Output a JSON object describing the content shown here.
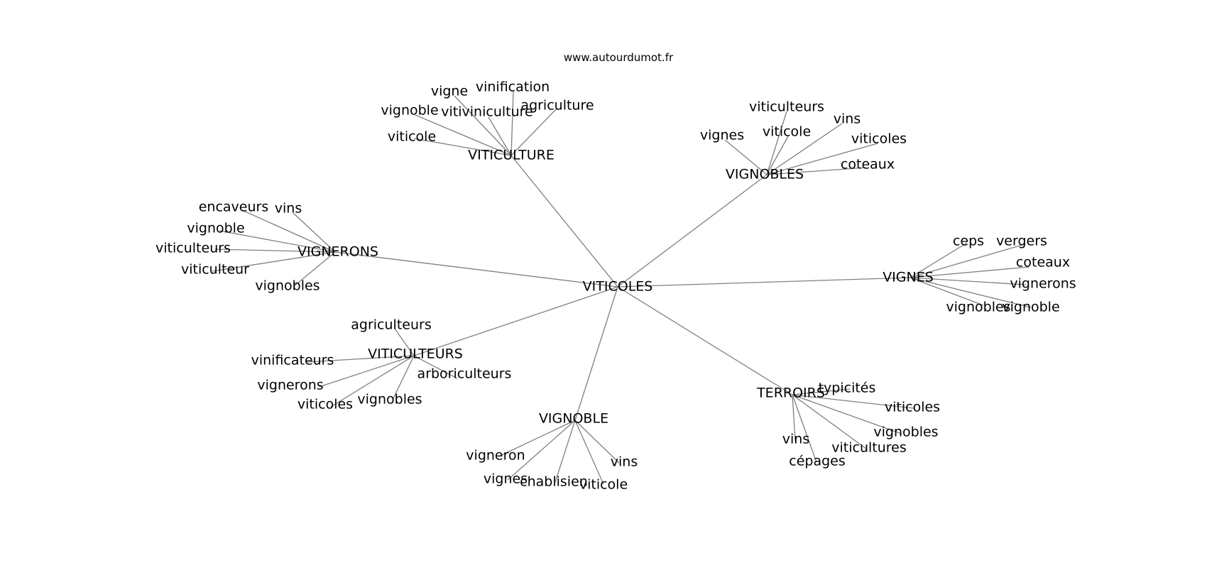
{
  "source": "www.autourdumot.fr",
  "colors": {
    "edge": "#808080",
    "text": "#000000",
    "background": "#ffffff"
  },
  "graph": {
    "center": "VITICOLES",
    "clusters": [
      {
        "label": "VITICULTURE",
        "leaves": [
          "vigne",
          "vinification",
          "vignoble",
          "vitiviniculture",
          "agriculture",
          "viticole"
        ]
      },
      {
        "label": "VIGNOBLES",
        "leaves": [
          "viticulteurs",
          "vins",
          "vignes",
          "viticole",
          "viticoles",
          "coteaux"
        ]
      },
      {
        "label": "VIGNERONS",
        "leaves": [
          "encaveurs",
          "vins",
          "vignoble",
          "viticulteurs",
          "viticulteur",
          "vignobles"
        ]
      },
      {
        "label": "VIGNES",
        "leaves": [
          "ceps",
          "vergers",
          "coteaux",
          "vignerons",
          "vignobles",
          "vignoble"
        ]
      },
      {
        "label": "VITICULTEURS",
        "leaves": [
          "agriculteurs",
          "vinificateurs",
          "arboriculteurs",
          "vignerons",
          "vignobles",
          "viticoles"
        ]
      },
      {
        "label": "TERROIRS",
        "leaves": [
          "typicités",
          "viticoles",
          "vignobles",
          "vins",
          "viticultures",
          "cépages"
        ]
      },
      {
        "label": "VIGNOBLE",
        "leaves": [
          "vigneron",
          "vins",
          "vignes",
          "chablisien",
          "viticole"
        ]
      }
    ]
  }
}
